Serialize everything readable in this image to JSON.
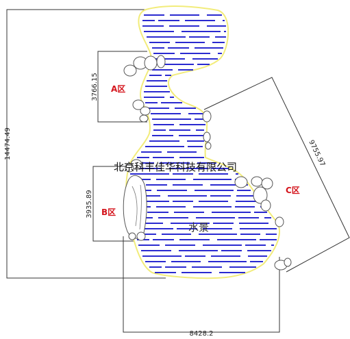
{
  "labels": {
    "dimension_total_height": "14474.49",
    "dimension_zone_a": "3766.15",
    "dimension_zone_b": "3935.89",
    "dimension_zone_c": "9755.97",
    "dimension_bottom_width": "8428.2",
    "zone_a": "A区",
    "zone_b": "B区",
    "zone_c": "C区",
    "water_feature": "水景",
    "company": "北京科丰佳华科技有限公司"
  },
  "colors": {
    "zone_label": "#d4141c",
    "pond_outline": "#f2ec7a",
    "water_lines": "#2a2ad0",
    "lines": "#333333"
  }
}
